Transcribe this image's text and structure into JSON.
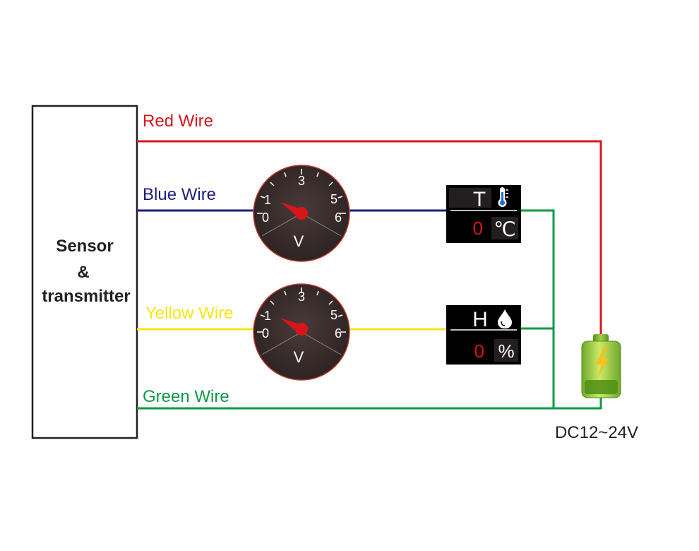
{
  "sensor_box": {
    "line1": "Sensor",
    "line2": "&",
    "line3": "transmitter"
  },
  "wires": {
    "red": {
      "label": "Red Wire",
      "color": "#d9151b"
    },
    "blue": {
      "label": "Blue Wire",
      "color": "#1d1d7c"
    },
    "yellow": {
      "label": "Yellow Wire",
      "color": "#f5e614"
    },
    "green": {
      "label": "Green Wire",
      "color": "#0c9a46"
    }
  },
  "gauges": [
    {
      "id": "gauge-blue",
      "ticks": [
        "0",
        "1",
        "3",
        "5",
        "6"
      ],
      "unit": "V"
    },
    {
      "id": "gauge-yellow",
      "ticks": [
        "0",
        "1",
        "3",
        "5",
        "6"
      ],
      "unit": "V"
    }
  ],
  "displays": {
    "temperature": {
      "header": "T",
      "icon": "thermometer-icon",
      "value": "0",
      "unit": "℃"
    },
    "humidity": {
      "header": "H",
      "icon": "water-drop-icon",
      "value": "0",
      "unit": "%"
    }
  },
  "power": {
    "label": "DC12~24V",
    "icon": "battery-icon"
  }
}
